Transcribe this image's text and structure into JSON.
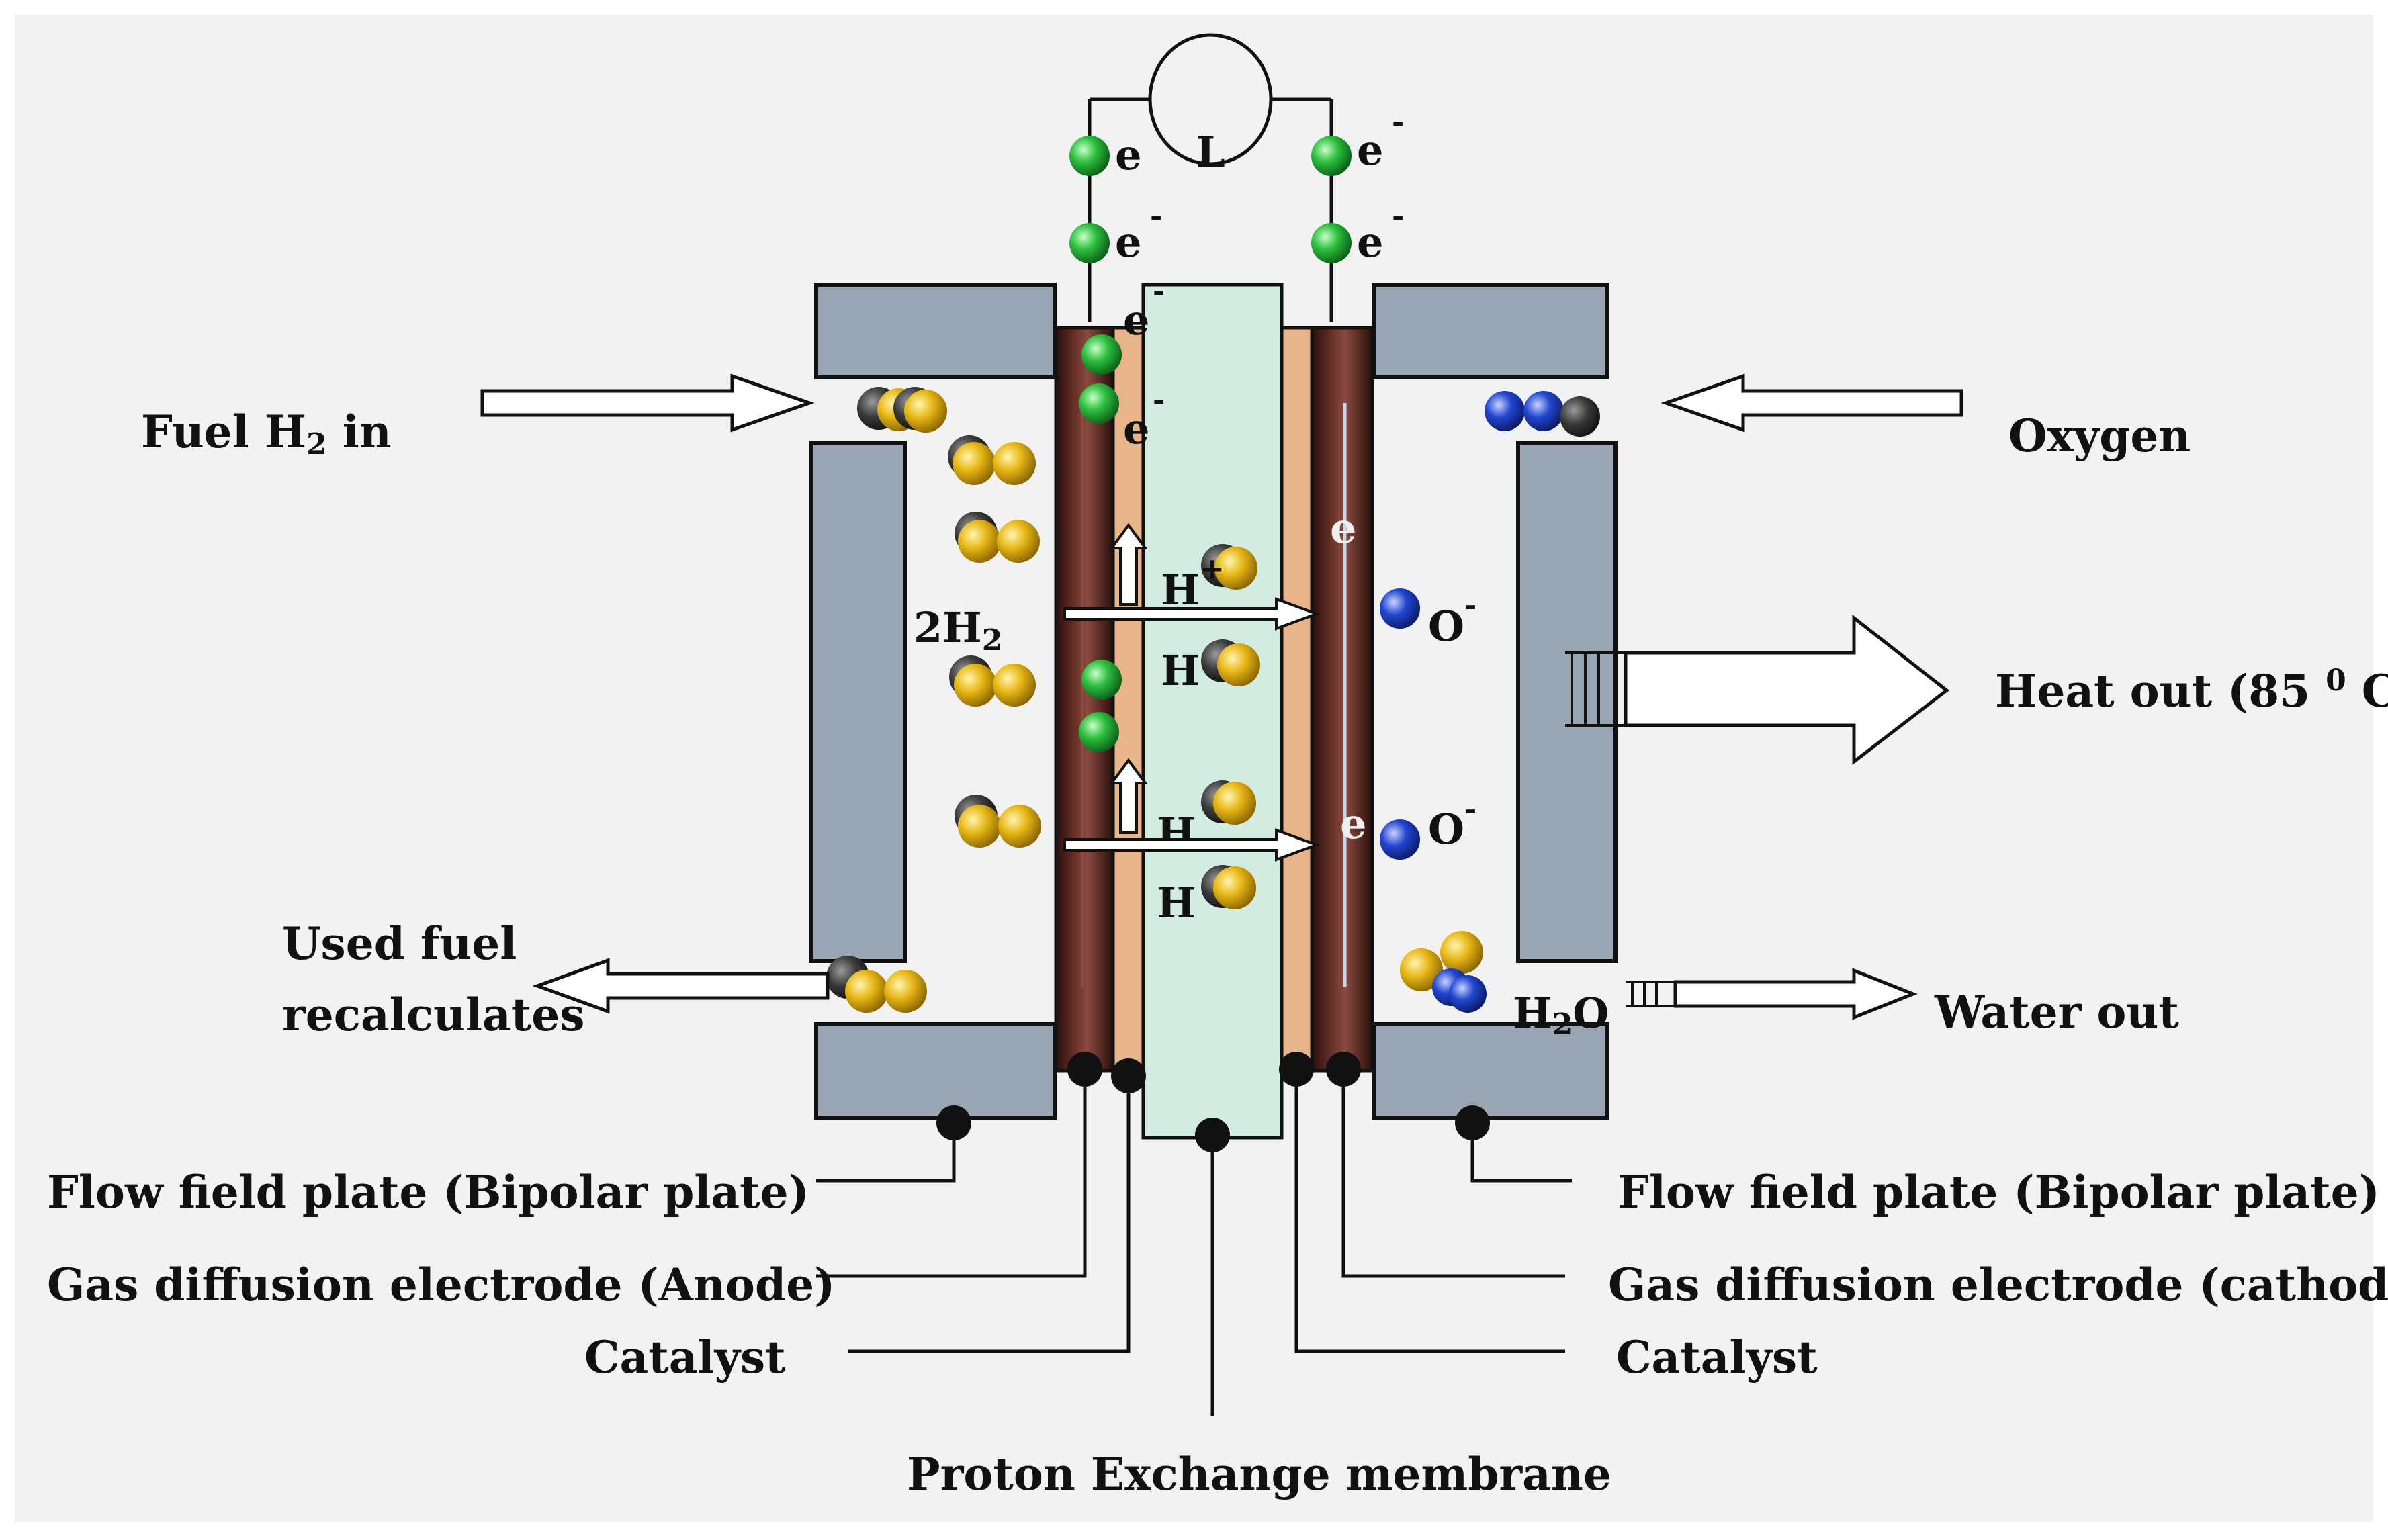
{
  "labels": {
    "fuel_in": "Fuel H",
    "fuel_in_sub": "2",
    "fuel_in_tail": " in",
    "oxygen": "Oxygen",
    "heat_out": "Heat out (85 ",
    "heat_out_sup": "0",
    "heat_out_tail": " C)",
    "used_fuel_1": "Used fuel",
    "used_fuel_2": "recalculates",
    "water_out": "Water out",
    "flow_plate_left": "Flow field plate (Bipolar plate)",
    "flow_plate_right": "Flow field plate (Bipolar plate)",
    "anode": "Gas diffusion electrode (Anode)",
    "cathode": "Gas diffusion electrode (cathode)",
    "catalyst_left": "Catalyst",
    "catalyst_right": "Catalyst",
    "membrane": "Proton Exchange membrane"
  },
  "symbols": {
    "load": "L",
    "electron": "e",
    "minus": "-",
    "proton": "H",
    "plus": "+",
    "oxygen_ion": "O",
    "hydrogen_2": "2H",
    "sub_2": "2",
    "water": "H",
    "water_tail": "O"
  },
  "colors": {
    "background": "#f2f2f2",
    "bipolar_plate": "#9aa5b3",
    "electrode": "#5a2a22",
    "catalyst": "#e8b48a",
    "membrane": "#d3ece2",
    "electron_ball": "#2dbf3f",
    "hydrogen_ball": "#e8b818",
    "oxygen_ball": "#2246d0",
    "dark_atom": "#3a3a3a"
  }
}
